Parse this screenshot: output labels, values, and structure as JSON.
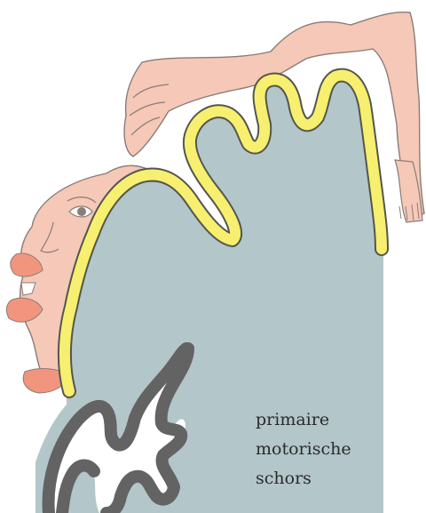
{
  "figure": {
    "caption_lines": [
      "primaire",
      "motorische",
      "schors"
    ],
    "colors": {
      "cortex": "#b3c6ca",
      "motor_strip": "#f7ef6f",
      "motor_strip_outline": "#55564c",
      "homunculus_skin": "#f5c8b7",
      "homunculus_outline": "#8a7c78",
      "lips_tongue": "#f2957e",
      "white_matter": "#636363"
    }
  }
}
